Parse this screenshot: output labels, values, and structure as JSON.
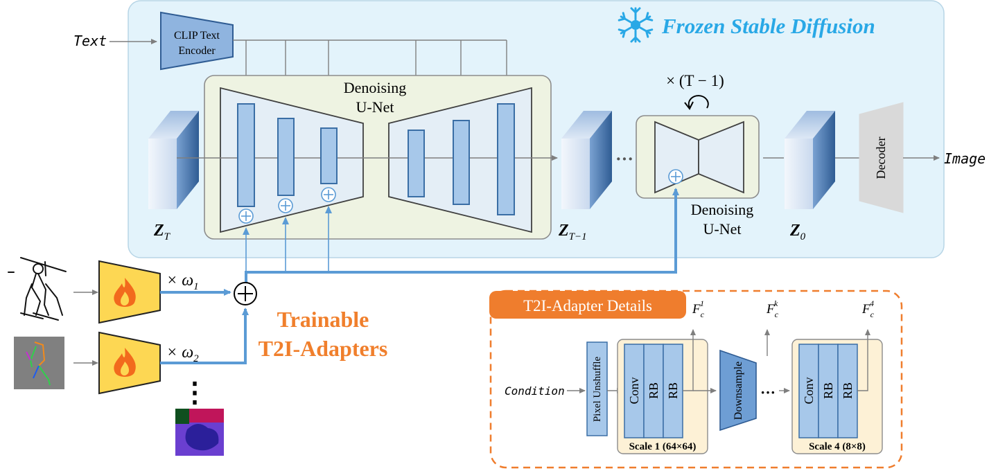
{
  "frozen": {
    "title": "Frozen Stable Diffusion",
    "icon": "snowflake-icon",
    "bg_color": "#e3f3fb",
    "title_color": "#29a8e6"
  },
  "inputs": {
    "text": "Text",
    "clip_encoder": [
      "CLIP Text",
      "Encoder"
    ],
    "output": "Image"
  },
  "unet": {
    "label": [
      "Denoising",
      "U-Net"
    ],
    "repeat": "× (T − 1)",
    "second_label": [
      "Denoising",
      "U-Net"
    ],
    "decoder": "Decoder"
  },
  "latents": {
    "zt": "Z",
    "zt_sub": "T",
    "zt1": "Z",
    "zt1_sub": "T−1",
    "z0": "Z",
    "z0_sub": "0",
    "ellipsis": "···"
  },
  "adapters": {
    "title": [
      "Trainable",
      "T2I-Adapters"
    ],
    "title_color": "#f07f2c",
    "w1": "× ω",
    "w1_sub": "1",
    "w2": "× ω",
    "w2_sub": "2",
    "vdots": "⋮"
  },
  "details": {
    "title": "T2I-Adapter Details",
    "title_bg": "#ef7d2d",
    "condition": "Condition",
    "pixel_unshuffle": "Pixel Unshuffle",
    "conv": "Conv",
    "rb": "RB",
    "downsample": "Downsample",
    "scale1": "Scale 1 (64×64)",
    "scale4": "Scale 4 (8×8)",
    "f": "F",
    "f_sub": "c",
    "f1_sup": "1",
    "fk_sup": "k",
    "f4_sup": "4",
    "dots": "···"
  },
  "colors": {
    "block_fill": "#a7c8ea",
    "block_stroke": "#3a6ea5",
    "arrow_blue": "#5b9bd5",
    "arrow_gray": "#7f7f7f",
    "adapter_fill": "#fdd753",
    "flame": "#f26a1d",
    "unet_bg": "#eef3e2",
    "scale_bg": "#fdf1d6"
  }
}
